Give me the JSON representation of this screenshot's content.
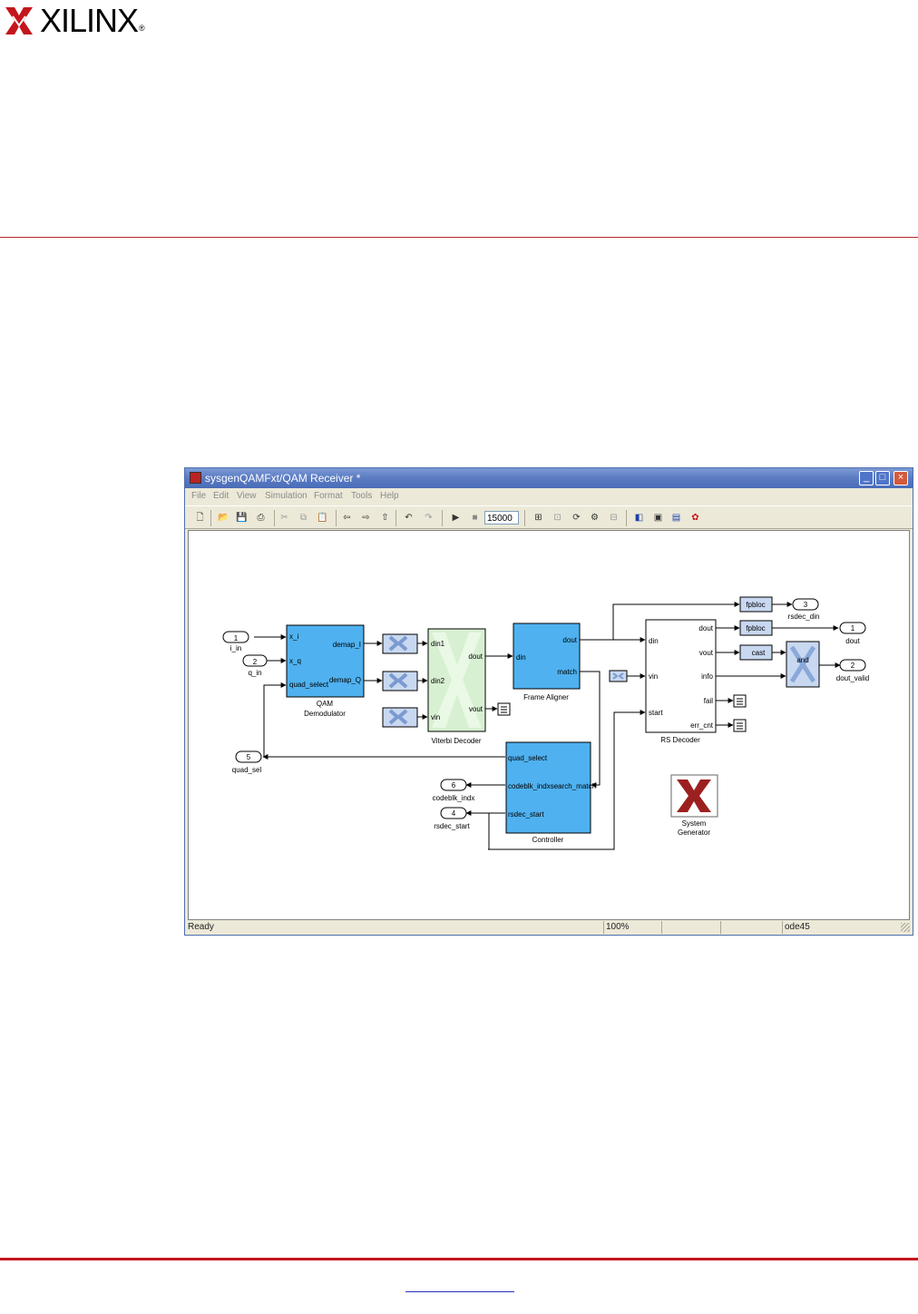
{
  "page": {
    "logo": {
      "word": "XILINX",
      "registered": "®",
      "colors": {
        "red": "#c4161c",
        "black": "#000000"
      }
    }
  },
  "window": {
    "title": "sysgenQAMFxt/QAM Receiver *",
    "title_icon": "simulink-model-icon",
    "buttons": {
      "minimize": "_",
      "maximize": "□",
      "close": "×"
    },
    "menu": [
      "File",
      "Edit",
      "View",
      "Simulation",
      "Format",
      "Tools",
      "Help"
    ],
    "toolbar": {
      "icons": [
        "new-icon",
        "open-icon",
        "save-icon",
        "print-icon",
        "cut-icon",
        "copy-icon",
        "paste-icon",
        "back-icon",
        "forward-icon",
        "up-icon",
        "undo-icon",
        "redo-icon",
        "start-simulation-icon",
        "stop-simulation-icon",
        "model-explorer-icon",
        "debug-icon",
        "update-diagram-icon",
        "build-icon",
        "refresh-icon",
        "library-browser-icon",
        "model-advisor-icon",
        "signal-icon",
        "xilinx-icon"
      ],
      "stop_time": "15000"
    },
    "status": {
      "state": "Ready",
      "zoom": "100%",
      "solver": "ode45"
    }
  },
  "diagram": {
    "ports": {
      "i_in": {
        "num": "1",
        "label": "i_in"
      },
      "q_in": {
        "num": "2",
        "label": "q_in"
      },
      "quad_sel": {
        "num": "5",
        "label": "quad_sel"
      },
      "codeblk_indx": {
        "num": "6",
        "label": "codeblk_indx"
      },
      "rsdec_start": {
        "num": "4",
        "label": "rsdec_start"
      },
      "rsdec_din": {
        "num": "3",
        "label": "rsdec_din"
      },
      "dout": {
        "num": "1",
        "label": "dout"
      },
      "dout_valid": {
        "num": "2",
        "label": "dout_valid"
      }
    },
    "blocks": {
      "qam": {
        "name": "QAM\nDemodulator",
        "in1": "x_i",
        "in2": "x_q",
        "in3": "quad_select",
        "out1": "demap_I",
        "out2": "demap_Q"
      },
      "viterbi": {
        "name": "Viterbi Decoder",
        "in1": "din1",
        "in2": "din2",
        "in3": "vin",
        "out1": "dout",
        "out2": "vout"
      },
      "frame": {
        "name": "Frame Aligner",
        "in1": "din",
        "out1": "dout",
        "out2": "match"
      },
      "rs": {
        "name": "RS Decoder",
        "in1": "din",
        "in2": "vin",
        "in3": "start",
        "out1": "dout",
        "out2": "vout",
        "out3": "info",
        "out4": "fail",
        "out5": "err_cnt"
      },
      "ctrl": {
        "name": "Controller",
        "out1": "quad_select",
        "out2": "codeblk_indxsearch_match",
        "out3": "rsdec_start"
      },
      "fpbloc1": "fpbloc",
      "fpbloc2": "fpbloc",
      "cast": "cast",
      "and": "and",
      "sysgen": "System\nGenerator"
    }
  }
}
